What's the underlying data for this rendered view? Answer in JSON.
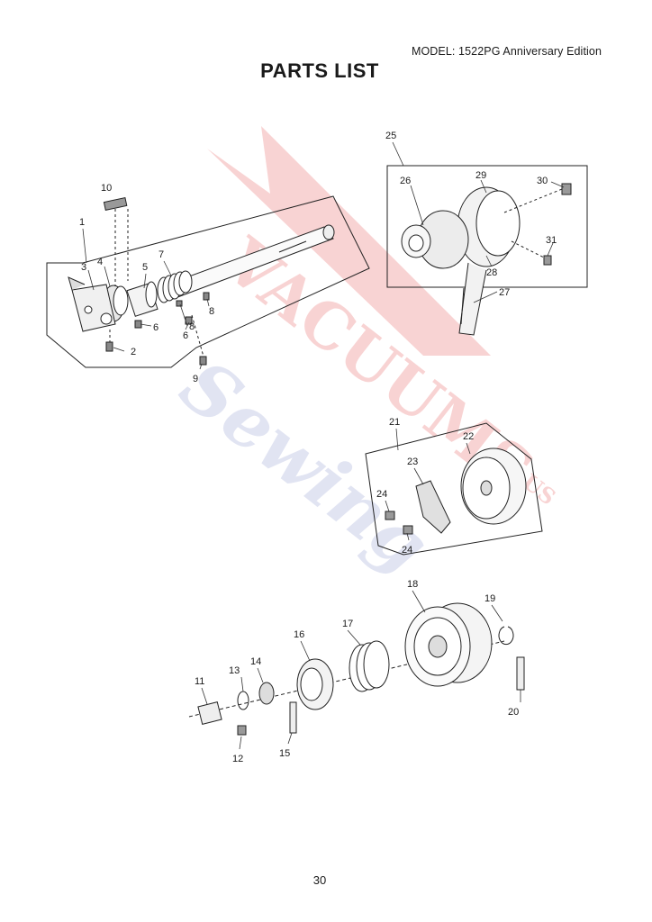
{
  "header": {
    "model": "MODEL: 1522PG Anniversary Edition",
    "title": "PARTS LIST"
  },
  "watermark": {
    "brand": "VACUUMS",
    "script": "Sewing",
    "suffix": "R-US",
    "colors": {
      "red": "#e23b3b",
      "blue": "#7a86c8"
    }
  },
  "callouts": {
    "c1": "1",
    "c2": "2",
    "c3": "3",
    "c4": "4",
    "c5": "5",
    "c6a": "6",
    "c6b": "6",
    "c7": "7",
    "c8a": "8",
    "c8b": "8",
    "c9": "9",
    "c10": "10",
    "c11": "11",
    "c12": "12",
    "c13": "13",
    "c14": "14",
    "c15": "15",
    "c16": "16",
    "c17": "17",
    "c18": "18",
    "c19": "19",
    "c20": "20",
    "c21": "21",
    "c22": "22",
    "c23": "23",
    "c24a": "24",
    "c24b": "24",
    "c25": "25",
    "c26": "26",
    "c27": "27",
    "c28": "28",
    "c29": "29",
    "c30": "30",
    "c31": "31"
  },
  "page_number": "30"
}
